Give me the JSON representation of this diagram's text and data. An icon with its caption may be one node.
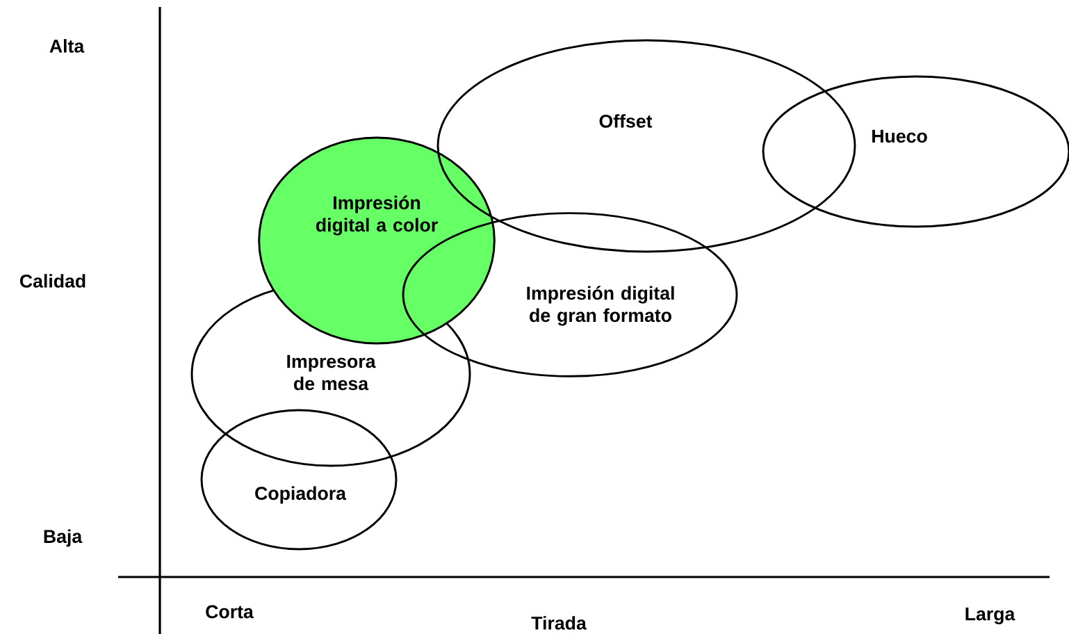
{
  "diagram": {
    "nodes": [
      {
        "text": [
          "Offset"
        ]
      },
      {
        "text": [
          "Hueco"
        ]
      },
      {
        "text": [
          "Impresión digital a color"
        ]
      },
      {
        "text": [
          "Impresión digital de gran formato"
        ]
      },
      {
        "text": [
          "Impresora de mesa"
        ]
      },
      {
        "text": [
          "Copiadora"
        ]
      }
    ],
    "labels": [
      "Alta",
      "Calidad",
      "Baja",
      "Corta",
      "Tirada",
      "Larga"
    ]
  }
}
